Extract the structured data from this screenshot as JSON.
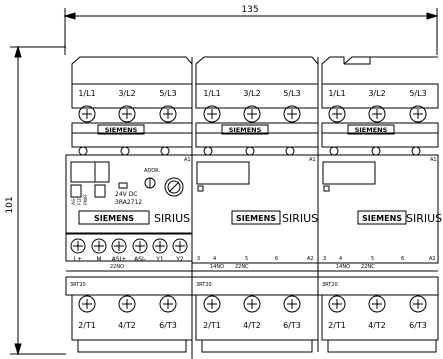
{
  "dimensions": {
    "width_label": "135",
    "height_label": "101"
  },
  "modules": [
    {
      "top_terminals": [
        "1/L1",
        "3/L2",
        "5/L3"
      ],
      "top_brand": "SIEMENS",
      "marker_a1": "A1",
      "addr_label": "ADDR.",
      "supply_label": "24V DC",
      "part_number": "3RA2712",
      "bottom_brand": "SIEMENS",
      "series": "SIRIUS",
      "led_labels": [
        "AS-i",
        "FLT",
        "PWR"
      ],
      "screw_labels": [
        "L+",
        "M",
        "ASI+",
        "ASI-",
        "Y1",
        "Y2"
      ],
      "mid_small": "22NO",
      "device_label": "3RT20",
      "bottom_terminals": [
        "2/T1",
        "4/T2",
        "6/T3"
      ]
    },
    {
      "top_terminals": [
        "1/L1",
        "3/L2",
        "5/L3"
      ],
      "top_brand": "SIEMENS",
      "marker_a1": "A1",
      "bottom_brand": "SIEMENS",
      "series": "SIRIUS",
      "small_nums": [
        "3",
        "4",
        "5",
        "6"
      ],
      "mid_small": "14NO",
      "mid_small2": "22NC",
      "marker_a2": "A2",
      "device_label": "3RT20",
      "bottom_terminals": [
        "2/T1",
        "4/T2",
        "6/T3"
      ]
    },
    {
      "top_terminals": [
        "1/L1",
        "3/L2",
        "5/L3"
      ],
      "top_brand": "SIEMENS",
      "marker_a1": "A1",
      "bottom_brand": "SIEMENS",
      "series": "SIRIUS",
      "small_nums": [
        "3",
        "4",
        "5",
        "6"
      ],
      "mid_small": "14NO",
      "mid_small2": "22NC",
      "marker_a2": "A2",
      "device_label": "3RT20",
      "bottom_terminals": [
        "2/T1",
        "4/T2",
        "6/T3"
      ]
    }
  ]
}
